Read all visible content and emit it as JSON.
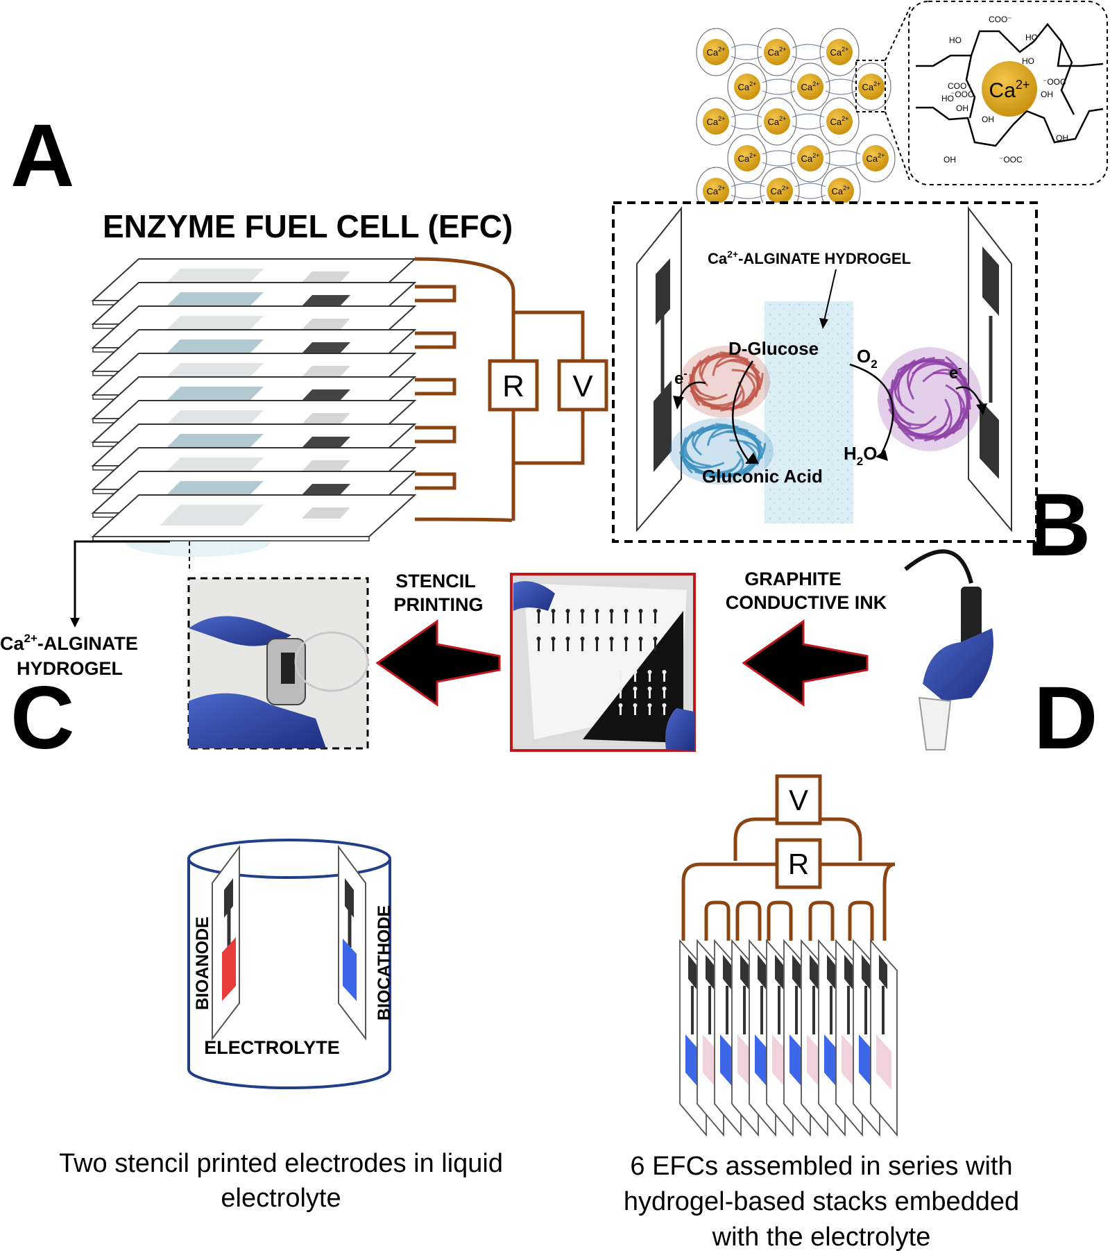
{
  "panels": {
    "a": "A",
    "b": "B",
    "c": "C",
    "d": "D"
  },
  "efc_title": "ENZYME FUEL CELL (EFC)",
  "circuit": {
    "resistor": "R",
    "voltmeter": "V"
  },
  "alginate_lattice": {
    "ion": "Ca",
    "ion_charge": "2+"
  },
  "egg_box": {
    "ion": "Ca",
    "ion_charge": "2+",
    "groups": [
      "COO⁻",
      "HO",
      "HO",
      "HO",
      "COO⁻",
      "HO",
      "⁻OOC",
      "OH",
      "⁻OOC",
      "OH",
      "OH",
      "OH",
      "OH",
      "⁻OOC"
    ]
  },
  "inset": {
    "hydrogel_label_pre": "Ca",
    "hydrogel_label_sup": "2+",
    "hydrogel_label_post": "-ALGINATE HYDROGEL",
    "glucose": "D-Glucose",
    "gluconic": "Gluconic Acid",
    "o2": "O",
    "o2_sub": "2",
    "h2o_h": "H",
    "h2o_sub": "2",
    "h2o_o": "O",
    "electron": "e",
    "electron_sup": "-"
  },
  "hydrogel_callout": {
    "line1_pre": "Ca",
    "line1_sup": "2+",
    "line1_post": "-ALGINATE",
    "line2": "HYDROGEL"
  },
  "process": {
    "stencil_1": "STENCIL",
    "stencil_2": "PRINTING",
    "ink_1": "GRAPHITE",
    "ink_2": "CONDUCTIVE INK"
  },
  "panel_c": {
    "bioanode": "BIOANODE",
    "biocathode": "BIOCATHODE",
    "electrolyte": "ELECTROLYTE",
    "caption_1": "Two stencil printed electrodes in liquid",
    "caption_2": "electrolyte"
  },
  "panel_d": {
    "voltmeter": "V",
    "resistor": "R",
    "caption_1": "6 EFCs assembled in series with",
    "caption_2": "hydrogel-based stacks embedded",
    "caption_3": "with the electrolyte"
  },
  "colors": {
    "wire": "#8B4513",
    "hydrogel": "#cfe8f3",
    "calcium": "#d9a21b",
    "enzyme_red": "#c0574a",
    "enzyme_blue": "#3a8fc0",
    "enzyme_purple": "#8e3fa6",
    "bioanode": "#e83b3b",
    "biocathode": "#3b67e8",
    "cup": "#203f86",
    "photo_border": "#c0171b"
  },
  "icons": [
    "arrow-left-icon",
    "glove-hand-icon",
    "ink-vial-icon"
  ]
}
